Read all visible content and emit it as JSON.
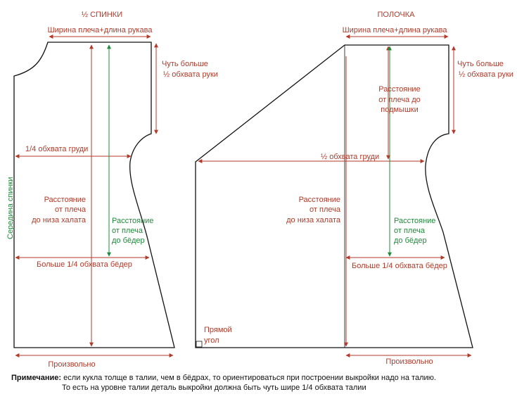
{
  "back_panel": {
    "title": "½ СПИНКИ",
    "shoulder_sleeve": "Ширина плеча+длина рукава",
    "armhole_l1": "Чуть больше",
    "armhole_l2": "½ обхвата руки",
    "chest": "1/4 обхвата груди",
    "center_back": "Середина спинки",
    "len_l1": "Расстояние",
    "len_l2": "от плеча",
    "len_l3": "до низа халата",
    "hip_l1": "Расстояние",
    "hip_l2": "от плеча",
    "hip_l3": "до бёдер",
    "hips": "Больше 1/4 обхвата бёдер",
    "hem": "Произвольно"
  },
  "front_panel": {
    "title": "ПОЛОЧКА",
    "shoulder_sleeve": "Ширина плеча+длина рукава",
    "armhole_l1": "Чуть больше",
    "armhole_l2": "½ обхвата руки",
    "armpit_l1": "Расстояние",
    "armpit_l2": "от плеча до",
    "armpit_l3": "подмышки",
    "chest": "½ обхвата груди",
    "len_l1": "Расстояние",
    "len_l2": "от плеча",
    "len_l3": "до низа халата",
    "hip_l1": "Расстояние",
    "hip_l2": "от плеча",
    "hip_l3": "до бёдер",
    "hips": "Больше 1/4 обхвата бёдер",
    "right_angle_l1": "Прямой",
    "right_angle_l2": "угол",
    "hem": "Произвольно"
  },
  "note": {
    "label": "Примечание:",
    "line1": " если кукла толще в талии, чем в бёдрах, то ориентироваться при построении выкройки надо на талию.",
    "line2": "То есть на уровне талии деталь выкройки должна быть чуть шире 1/4 обхвата талии"
  },
  "colors": {
    "outline": "#111111",
    "measure": "#b23a2a",
    "accent": "#1f8a3a"
  }
}
